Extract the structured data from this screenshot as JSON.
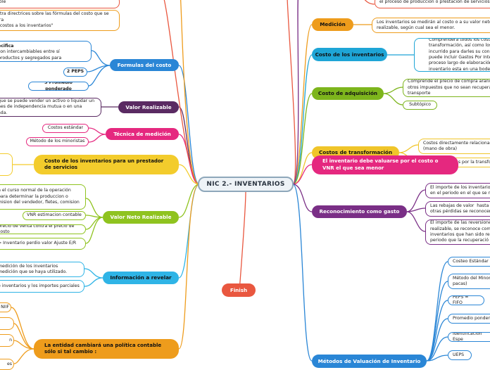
{
  "title": "NIC 2.- INVENTARIOS",
  "colors": {
    "blue": "#2a86d6",
    "purple": "#7a2f86",
    "pink": "#e5287f",
    "yellow": "#f3cc2c",
    "green": "#8fc31f",
    "orange": "#ee9c1c",
    "red": "#e9573f",
    "dark_purple": "#5a2a62",
    "teal": "#1ea5d6"
  },
  "left": {
    "top_note_1": "able",
    "top_note_2": "istra directrices sobre las fórmulas del costo que se\nara\n\" costos a los inventarios\"",
    "formulas": {
      "label": "Formulas del costo",
      "note_especifica_title": "ecifica",
      "note_especifica_body": "son intercambiables entre sí\nproductos y segregados para",
      "peps": "2 PEPS",
      "promedio": "3 Promedio ponderado"
    },
    "valor_realizable": {
      "label": "Valor Realizable",
      "note": "que se puede vender un activo o liquidar un\nnes de independencia mutua o en una\nada."
    },
    "tecnica": {
      "label": "Técnica de medición",
      "costos_estandar": "Costos estándar",
      "metodo_minoristas": "Método de los minoristas"
    },
    "costo_prestador": "Costo de los inventarios para un prestador\nde servicios",
    "vnr": {
      "label": "Valor Neto Realizable",
      "note1": "n el curso normal de la operación\npara determinar la produccion o\nmision del vendedor, fletes, comision",
      "note2": "VNR estimacion contable",
      "note3": "precio de venta contra el precio de costo",
      "note4": "=  Inventario perdio valor Ajuste E/R"
    },
    "informacion": {
      "label": "Información a revelar",
      "note1": "medición de los inventarios\nmedición que se haya utilizado.",
      "note2": "e inventarios y los importes parciales"
    },
    "entidad": {
      "label": "La entidad cambiará una política contable\nsólo si tal cambio :",
      "note_niif": "NIIF",
      "note_n": "n",
      "note_es": "es"
    }
  },
  "right": {
    "top_note": "el proceso de producción  o prestación de servicios",
    "medicion": {
      "label": "Medición",
      "note": "Los inventarios se medirán al costo o a su valor neto\nrealizable, según cual sea el menor."
    },
    "costo_inventarios": {
      "label": "Costo de los inventarios",
      "note": "Comprenderá todos los costos d\ntransformación, así como los co\nincurrido para darles su condici\npuede incluir Gastos Por Interes\nproceso largo de elaboración, G\ninventario esta en una bodega F"
    },
    "costo_adquisicion": {
      "label": "Costo de adquisición",
      "note1": "Comprende el precio de compra aranc\notros impuestos que no sean recupera\ntransporte",
      "note2": "Subtópico"
    },
    "costos_transformacion": {
      "label": "Costos de transformación",
      "note1": "Costos directamente relacionado\n(mano de obra)",
      "note2": "Costos indirectos por la transform"
    },
    "vnr_menor": "El inventario debe valuarse por el costo o\nVNR el que sea menor",
    "reconocimiento": {
      "label": "Reconocimiento como gasto",
      "note1": "El importe de los inventarios\nen el periodo en el que se re",
      "note2": "Las rebajas de valor  hasta a\notras pérdidas se reconocen",
      "note3": "El importe de las reversiones\nrealizable, se reconoce com\ninventarios que han sido re\nperiodo que la recuperació"
    },
    "finish": "Finish",
    "metodos": {
      "label": "Métodos de Valuación de Inventario",
      "items": [
        "Costeo Estándar",
        "Método del Minori\npacas)",
        "PEPS = FIFO",
        "Promedio pondera",
        "Identificación Espe",
        "UEPS"
      ]
    }
  }
}
